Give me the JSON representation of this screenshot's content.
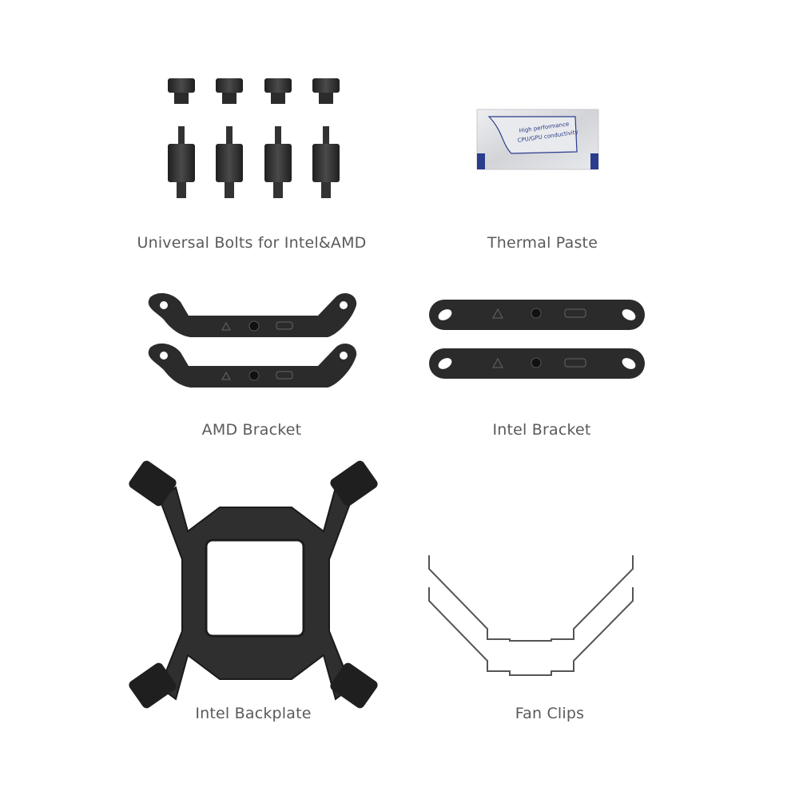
{
  "items": [
    {
      "label": "Universal Bolts for Intel&AMD"
    },
    {
      "label": "Thermal Paste",
      "packet_text": [
        "High performance",
        "CPU/GPU conductivity"
      ]
    },
    {
      "label": "AMD Bracket"
    },
    {
      "label": "Intel Bracket"
    },
    {
      "label": "Intel Backplate"
    },
    {
      "label": "Fan Clips"
    }
  ],
  "colors": {
    "background": "#ffffff",
    "label_text": "#5a5a5a",
    "hardware_dark": "#2b2b2b",
    "packet_silver": "#dcdde0",
    "packet_blue": "#2a3c8c"
  }
}
